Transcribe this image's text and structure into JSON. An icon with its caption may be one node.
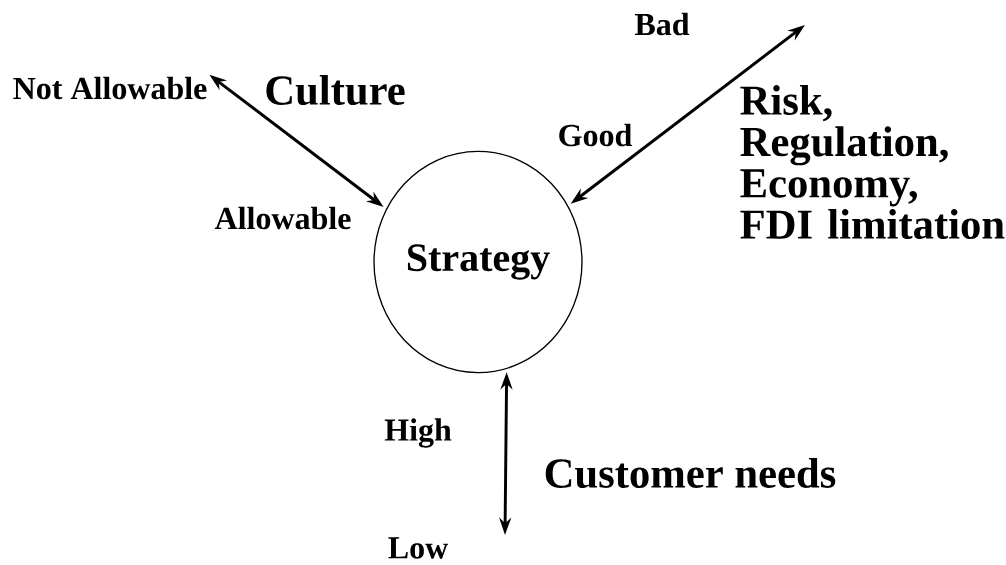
{
  "diagram": {
    "nodes": [
      {
        "text": [
          "Strategy"
        ]
      },
      {
        "text": [
          "Not Allowable"
        ]
      }
    ],
    "edges": [
      {
        "from": 1,
        "to": 0,
        "arrow": "both",
        "label": "Culture"
      },
      {
        "from": null,
        "to": 0,
        "arrow": "both",
        "label": "Risk, Regulation, Economy, FDI limitation"
      },
      {
        "from": null,
        "to": 0,
        "arrow": "both",
        "label": "Customer needs"
      }
    ],
    "labels": [
      "Bad",
      "Good",
      "Allowable",
      "High",
      "Low"
    ]
  }
}
